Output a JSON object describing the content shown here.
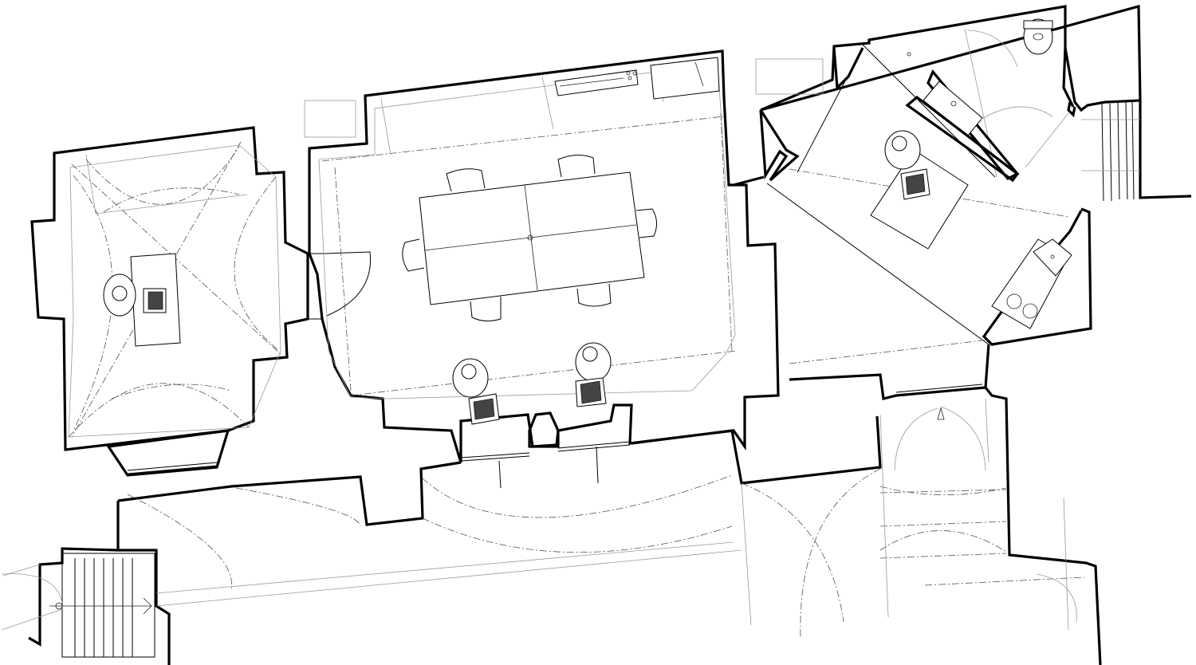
{
  "plan": {
    "type": "architectural floor plan",
    "rooms": [
      {
        "id": "office-west",
        "desks": 1,
        "workers": 1
      },
      {
        "id": "meeting-room",
        "tables": 1,
        "chairs": 6,
        "workers": 2
      },
      {
        "id": "office-east",
        "desks": 1,
        "workers": 1,
        "has_wc": true,
        "has_kitchenette": true
      }
    ],
    "stairs": 2,
    "colors": {
      "wall": "#000000",
      "line": "#222222",
      "dashed": "#555555",
      "background": "#ffffff"
    }
  }
}
